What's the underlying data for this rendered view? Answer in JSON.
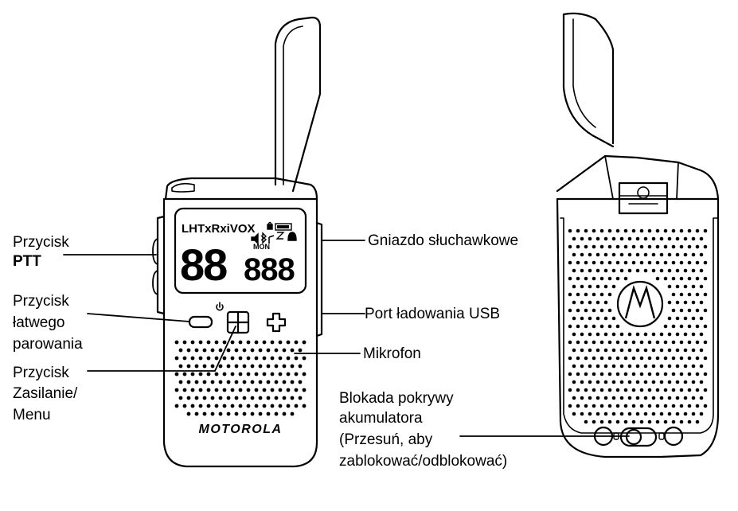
{
  "lcd": {
    "indicators": "LHTxRxiVOX",
    "sub_indicator": "MON",
    "big_digits": "88",
    "small_digits": "888",
    "icons": [
      "lock-icon",
      "battery-icon",
      "mute-icon",
      "bluetooth-icon",
      "music-icon",
      "sleep-icon",
      "bell-icon"
    ]
  },
  "brand": {
    "wordmark": "MOTOROLA",
    "logo": "motorola-batwing-logo"
  },
  "labels": {
    "ptt_line1": "Przycisk",
    "ptt_line2": "PTT",
    "pairing_line1": "Przycisk",
    "pairing_line2": "łatwego",
    "pairing_line3": "parowania",
    "power_line1": "Przycisk",
    "power_line2": "Zasilanie/",
    "power_line3": "Menu",
    "headphone": "Gniazdo słuchawkowe",
    "usb": "Port ładowania USB",
    "mic": "Mikrofon",
    "lock_line1": "Blokada pokrywy",
    "lock_line2": "akumulatora",
    "lock_line3": "(Przesuń, aby",
    "lock_line4": "zablokować/odblokować)"
  },
  "colors": {
    "stroke": "#000000",
    "background": "#ffffff"
  }
}
